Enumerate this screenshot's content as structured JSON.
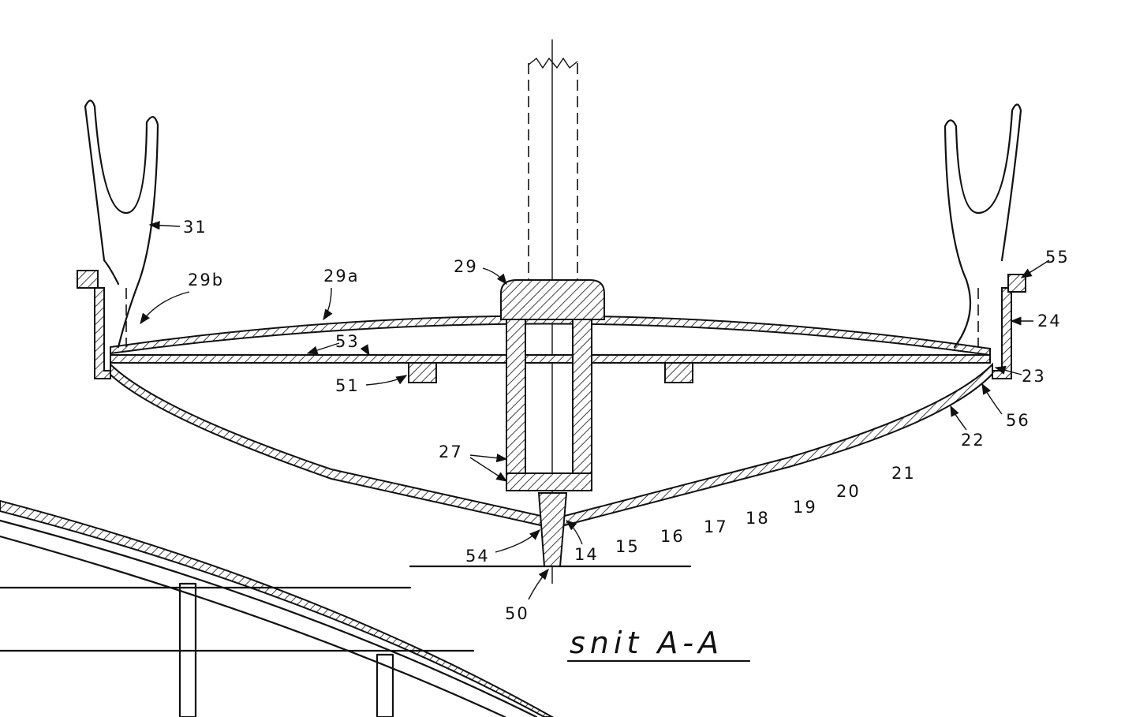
{
  "drawing": {
    "title": "snit A-A",
    "labels": {
      "l31": "31",
      "l29b": "29b",
      "l29a": "29a",
      "l29": "29",
      "l55": "55",
      "l24": "24",
      "l53": "53",
      "l51": "51",
      "l23": "23",
      "l56": "56",
      "l22": "22",
      "l21": "21",
      "l20": "20",
      "l19": "19",
      "l18": "18",
      "l17": "17",
      "l16": "16",
      "l15": "15",
      "l14": "14",
      "l27": "27",
      "l54": "54",
      "l50": "50"
    }
  }
}
